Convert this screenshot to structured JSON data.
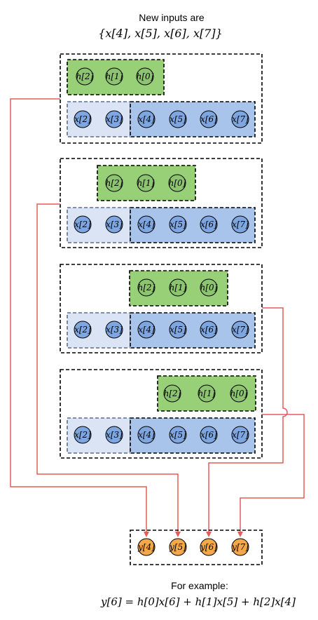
{
  "header": {
    "line1": "New inputs are",
    "line2": "{x[4], x[5], x[6], x[7]}"
  },
  "footer": {
    "line1": "For example:",
    "line2": "y[6] = h[0]x[6] + h[1]x[5] + h[2]x[4]"
  },
  "stages": [
    {
      "coeffs": [
        "h[2]",
        "h[1]",
        "h[0]"
      ],
      "old_inputs": [
        "x[2]",
        "x[3]"
      ],
      "new_inputs": [
        "x[4]",
        "x[5]",
        "x[6]",
        "x[7]"
      ]
    },
    {
      "coeffs": [
        "h[2]",
        "h[1]",
        "h[0]"
      ],
      "old_inputs": [
        "x[2]",
        "x[3]"
      ],
      "new_inputs": [
        "x[4]",
        "x[5]",
        "x[6]",
        "x[7]"
      ]
    },
    {
      "coeffs": [
        "h[2]",
        "h[1]",
        "h[0]"
      ],
      "old_inputs": [
        "x[2]",
        "x[3]"
      ],
      "new_inputs": [
        "x[4]",
        "x[5]",
        "x[6]",
        "x[7]"
      ]
    },
    {
      "coeffs": [
        "h[2]",
        "h[1]",
        "h[0]"
      ],
      "old_inputs": [
        "x[2]",
        "x[3]"
      ],
      "new_inputs": [
        "x[4]",
        "x[5]",
        "x[6]",
        "x[7]"
      ]
    }
  ],
  "outputs": [
    "y[4]",
    "y[5]",
    "y[6]",
    "y[7]"
  ],
  "colors": {
    "coeff_fill": "#97d077",
    "coeff_circle": "#8cc46f",
    "old_input_fill": "#dae4f5",
    "new_input_fill": "#a9c4eb",
    "input_circle": "#7ea6e0",
    "output_fill": "#ffcc99",
    "output_circle": "#f5a849",
    "wire": "#e35d57"
  }
}
